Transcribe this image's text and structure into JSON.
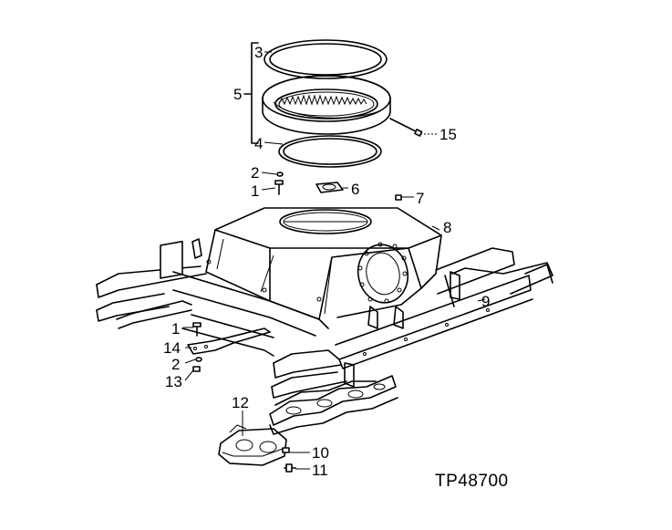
{
  "diagram": {
    "figure_ref": "TP48700",
    "callouts": {
      "c1a": "1",
      "c1b": "1",
      "c2a": "2",
      "c2b": "2",
      "c3": "3",
      "c4": "4",
      "c5": "5",
      "c6": "6",
      "c7": "7",
      "c8": "8",
      "c9": "9",
      "c10": "10",
      "c11": "11",
      "c12": "12",
      "c13": "13",
      "c14": "14",
      "c15": "15"
    }
  }
}
